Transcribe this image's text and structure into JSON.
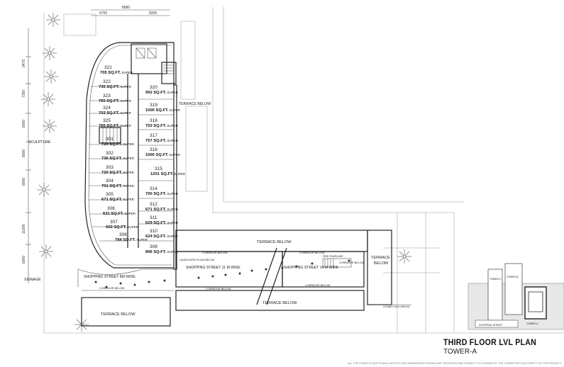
{
  "title": "THIRD FLOOR  LVL PLAN",
  "subtitle": "TOWER-A",
  "top_dims": [
    "4755",
    "8680",
    "8205"
  ],
  "left_dims": [
    "9475",
    "7390",
    "8000",
    "8000",
    "8000",
    "11000",
    "6000"
  ],
  "units": [
    {
      "no": "321",
      "area": "705 SQ.FT.",
      "tag": "SUPER"
    },
    {
      "no": "322",
      "area": "735 SQ.FT.",
      "tag": "SUPER"
    },
    {
      "no": "323",
      "area": "765 SQ.FT.",
      "tag": "SUPER"
    },
    {
      "no": "324",
      "area": "702 SQ.FT.",
      "tag": "SUPER"
    },
    {
      "no": "325",
      "area": "765 SQ.FT.",
      "tag": "SUPER"
    },
    {
      "no": "301",
      "area": "724 SQ.FT.",
      "tag": "SUPER"
    },
    {
      "no": "302",
      "area": "736 SQ.FT.",
      "tag": "SUPER"
    },
    {
      "no": "303",
      "area": "720 SQ.FT.",
      "tag": "SUPER"
    },
    {
      "no": "304",
      "area": "701 SQ.FT.",
      "tag": "SUPER"
    },
    {
      "no": "305",
      "area": "671 SQ.FT.",
      "tag": "SUPER"
    },
    {
      "no": "306",
      "area": "631 SQ.FT.",
      "tag": "SUPER"
    },
    {
      "no": "307",
      "area": "602 SQ.FT.",
      "tag": "SUPER"
    },
    {
      "no": "308",
      "area": "784 SQ.FT.",
      "tag": "SUPER"
    },
    {
      "no": "320",
      "area": "992 SQ.FT.",
      "tag": "SUPER"
    },
    {
      "no": "319",
      "area": "1000 SQ.FT.",
      "tag": "SUPER"
    },
    {
      "no": "318",
      "area": "753 SQ.FT.",
      "tag": "SUPER"
    },
    {
      "no": "317",
      "area": "757 SQ.FT.",
      "tag": "SUPER"
    },
    {
      "no": "316",
      "area": "1000 SQ.FT.",
      "tag": "SUPER"
    },
    {
      "no": "315",
      "area": "1201 SQ.FT.",
      "tag": "SUPER"
    },
    {
      "no": "314",
      "area": "700 SQ.FT.",
      "tag": "SUPER"
    },
    {
      "no": "312",
      "area": "671 SQ.FT.",
      "tag": "SUPER"
    },
    {
      "no": "311",
      "area": "629 SQ.FT.",
      "tag": "SUPER"
    },
    {
      "no": "310",
      "area": "624 SQ.FT.",
      "tag": "SUPER"
    },
    {
      "no": "309",
      "area": "896 SQ.FT.",
      "tag": "SUPER"
    }
  ],
  "labels": {
    "sculpture": "SCULPTURE",
    "signage": "SIGNAGE",
    "terrace_east": "TERRACE BELOW",
    "terrace_top": "TERRACE BELOW",
    "terrace_right": "TERRACE BELOW",
    "terrace_bottom_left": "TERRACE BELOW",
    "terrace_bottom": "TERRACE BELOW",
    "shopping_8m": "SHOPPING STREET 8M WIDE",
    "shopping_11m": "SHOPPING STREET 11 M WIDE",
    "shopping_14m": "SHOPPING STREET 14 M WIDE",
    "corridor_1": "CORRIDOR BELOW",
    "corridor_2": "CORRIDOR BELOW",
    "corridor_3": "CORRIDOR BELOW",
    "corridor_4": "CORRIDOR BELOW",
    "corridor_5": "CORRIDOR BELOW",
    "corridor_6": "CORRIDOR BELOW",
    "landscaped_plaza": "LANDSCAPED PLAZA BELOW",
    "fire_staircase": "FIRE STAIRCASE",
    "connecting_bridge": "CONNECTING BRIDGE"
  },
  "key_plan": {
    "label_top": "TOWER-B",
    "label_left": "TOWER-C",
    "label_bottom": "SHOPPING STREET",
    "label_right": "TOWER-A"
  },
  "footnote": "ALL THE PLANS FLOOR PLANS LAYOUTS AND DIMENSIONS SHOWN ARE TENTATIVE AND SUBJECT TO CHANGE BY THE COMPETENT AUTHORITY OR THE PROJECT"
}
